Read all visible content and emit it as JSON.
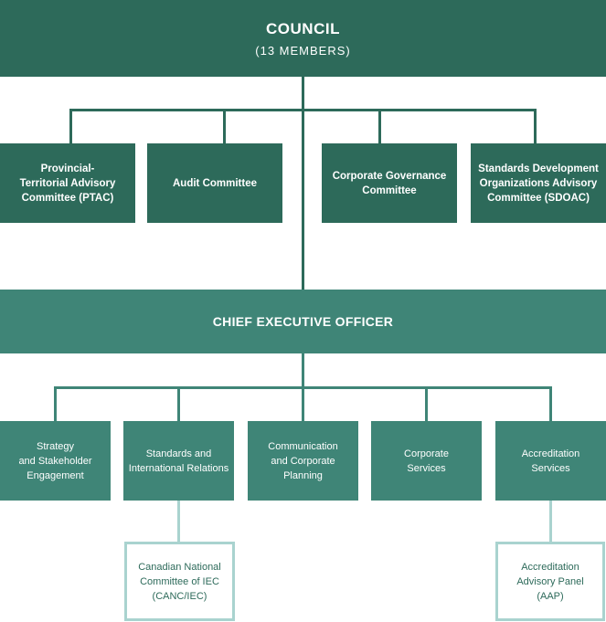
{
  "council": {
    "title": "COUNCIL",
    "subtitle": "(13 MEMBERS)"
  },
  "committees": [
    {
      "name": "ptac",
      "lines": [
        "Provincial-",
        "Territorial Advisory",
        "Committee (PTAC)"
      ]
    },
    {
      "name": "audit",
      "lines": [
        "Audit Committee"
      ]
    },
    {
      "name": "corporate-governance",
      "lines": [
        "Corporate Governance",
        "Committee"
      ]
    },
    {
      "name": "sdoac",
      "lines": [
        "Standards Development",
        "Organizations Advisory",
        "Committee (SDOAC)"
      ]
    }
  ],
  "ceo": {
    "title": "CHIEF EXECUTIVE OFFICER"
  },
  "divisions": [
    {
      "name": "strategy",
      "lines": [
        "Strategy",
        "and Stakeholder",
        "Engagement"
      ]
    },
    {
      "name": "standards",
      "lines": [
        "Standards and",
        "International Relations"
      ]
    },
    {
      "name": "communication",
      "lines": [
        "Communication",
        "and Corporate",
        "Planning"
      ]
    },
    {
      "name": "corporate-services",
      "lines": [
        "Corporate",
        "Services"
      ]
    },
    {
      "name": "accreditation",
      "lines": [
        "Accreditation",
        "Services"
      ]
    }
  ],
  "sub_units": [
    {
      "name": "canc-iec",
      "lines": [
        "Canadian National",
        "Committee of IEC",
        "(CANC/IEC)"
      ]
    },
    {
      "name": "aap",
      "lines": [
        "Accreditation",
        "Advisory Panel",
        "(AAP)"
      ]
    }
  ]
}
